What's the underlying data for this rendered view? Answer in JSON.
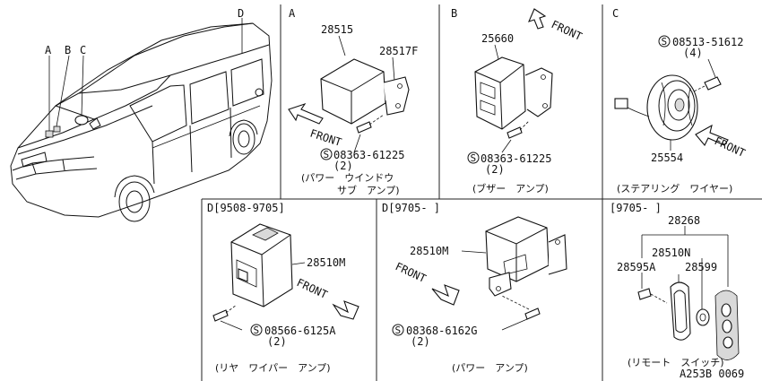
{
  "panel_labels": {
    "A": "A",
    "B": "B",
    "C": "C",
    "D1": "D[9508-9705]",
    "D2": "D[9705-    ]",
    "R": "[9705-    ]"
  },
  "vehicle_callouts": {
    "A": "A",
    "B": "B",
    "C": "C",
    "D": "D"
  },
  "panel_A": {
    "part1": "28515",
    "part2": "28517F",
    "front": "FRONT",
    "screw_code": "08363-61225",
    "screw_qty": "(2)",
    "caption_l1": "(パワー　ウインドウ",
    "caption_l2": "サブ　アンプ)"
  },
  "panel_B": {
    "part1": "25660",
    "front": "FRONT",
    "screw_code": "08363-61225",
    "screw_qty": "(2)",
    "caption": "(ブザー　アンプ)"
  },
  "panel_C": {
    "screw_code": "08513-51612",
    "screw_qty": "(4)",
    "part1": "25554",
    "front": "FRONT",
    "caption": "(ステアリング　ワイヤー)"
  },
  "panel_D1": {
    "part1": "28510M",
    "front": "FRONT",
    "screw_code": "08566-6125A",
    "screw_qty": "(2)",
    "caption": "(リヤ　ワイパー　アンプ)"
  },
  "panel_D2": {
    "part1": "28510M",
    "front": "FRONT",
    "screw_code": "08368-6162G",
    "screw_qty": "(2)",
    "caption": "(パワー　アンプ)"
  },
  "panel_R": {
    "part_top": "28268",
    "part_a": "28510N",
    "part_b": "28595A",
    "part_c": "28599",
    "caption": "(リモート　スイッチ)",
    "ref_code": "A253B 0069"
  },
  "screw_symbol": "S"
}
